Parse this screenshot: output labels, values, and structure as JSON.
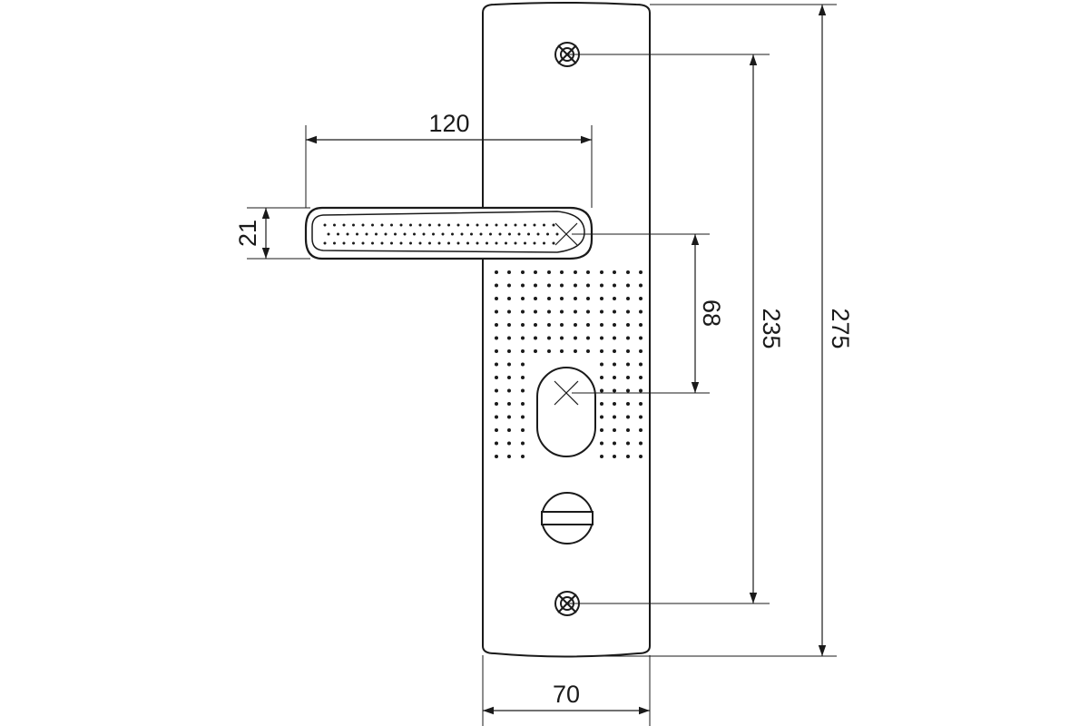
{
  "drawing": {
    "dimensions": {
      "handle_length": "120",
      "handle_height": "21",
      "plate_width": "70",
      "handle_to_cylinder": "68",
      "screw_spacing": "235",
      "plate_height": "275"
    },
    "colors": {
      "ink": "#1a1a1a",
      "background": "#ffffff"
    }
  }
}
